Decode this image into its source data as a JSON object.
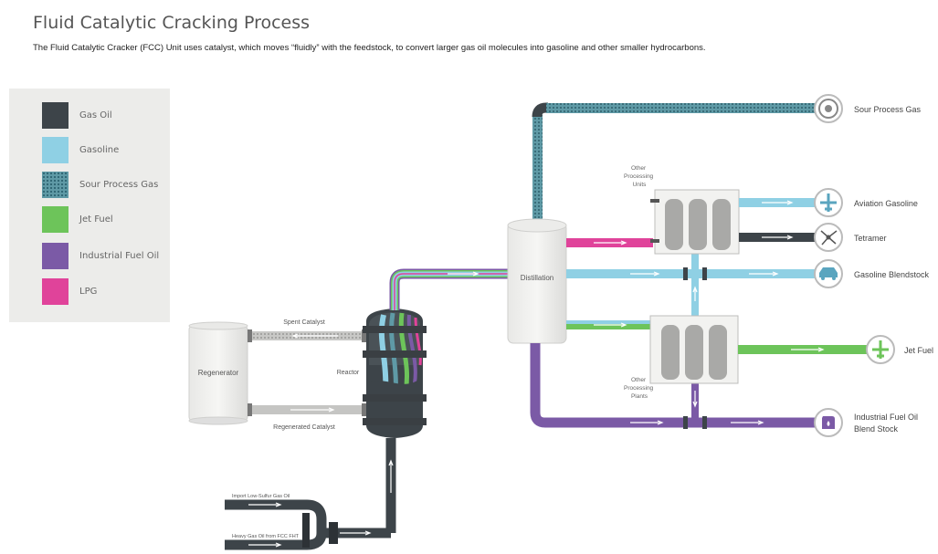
{
  "title": "Fluid Catalytic Cracking Process",
  "subtitle": "The Fluid Catalytic Cracker (FCC) Unit uses catalyst, which moves “fluidly” with the feedstock, to convert larger gas oil molecules into gasoline and other smaller hydrocarbons.",
  "colors": {
    "gas_oil": "#3d4449",
    "gasoline": "#8fd0e4",
    "sour_process_gas": "#5f9aa6",
    "jet_fuel": "#6dc45a",
    "industrial_fuel_oil": "#7b5aa6",
    "lpg": "#e0439a",
    "catalyst": "#b9b9b7"
  },
  "legend": [
    {
      "label": "Gas Oil",
      "color": "#3d4449",
      "pattern": false
    },
    {
      "label": "Gasoline",
      "color": "#8fd0e4",
      "pattern": false
    },
    {
      "label": "Sour Process Gas",
      "color": "#5f9aa6",
      "pattern": true
    },
    {
      "label": "Jet Fuel",
      "color": "#6dc45a",
      "pattern": false
    },
    {
      "label": "Industrial Fuel Oil",
      "color": "#7b5aa6",
      "pattern": false
    },
    {
      "label": "LPG",
      "color": "#e0439a",
      "pattern": false
    }
  ],
  "units": {
    "regenerator": "Regenerator",
    "reactor": "Reactor",
    "distillation": "Distillation",
    "other_processing_units": [
      "Other",
      "Processing",
      "Units"
    ],
    "other_processing_plants": [
      "Other",
      "Processing",
      "Plants"
    ]
  },
  "flows": {
    "spent_catalyst": "Spent Catalyst",
    "regenerated_catalyst": "Regenerated Catalyst",
    "import_gas_oil": "Import Low-Sulfur Gas Oil",
    "heavy_gas_oil": "Heavy Gas Oil from FCC FHT"
  },
  "products": [
    {
      "label": "Sour Process Gas",
      "icon": "gas-icon"
    },
    {
      "label": "Aviation Gasoline",
      "icon": "airplane-icon"
    },
    {
      "label": "Tetramer",
      "icon": "molecule-icon"
    },
    {
      "label": "Gasoline Blendstock",
      "icon": "car-icon"
    },
    {
      "label": "Jet Fuel",
      "icon": "airplane-icon"
    },
    {
      "label": "Industrial Fuel Oil",
      "label2": "Blend Stock",
      "icon": "oil-drop-icon"
    }
  ]
}
